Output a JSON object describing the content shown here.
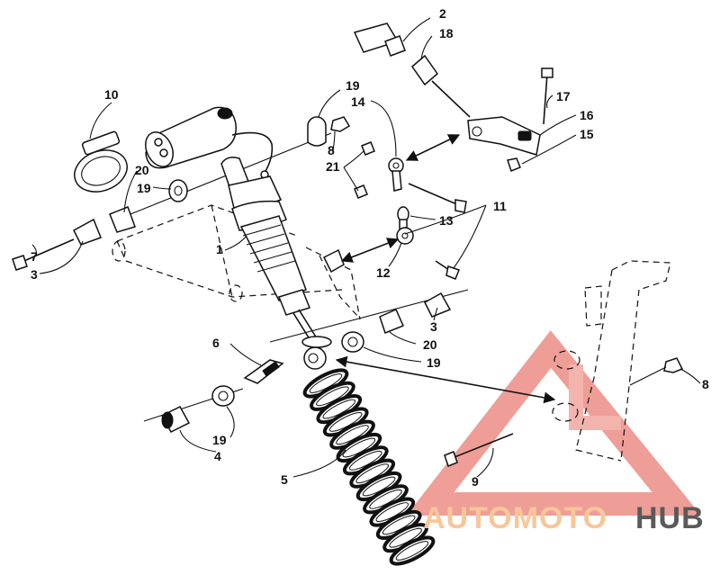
{
  "callouts": [
    {
      "id": "c2",
      "text": "2"
    },
    {
      "id": "c18",
      "text": "18"
    },
    {
      "id": "c10",
      "text": "10"
    },
    {
      "id": "c19a",
      "text": "19"
    },
    {
      "id": "c14",
      "text": "14"
    },
    {
      "id": "c17",
      "text": "17"
    },
    {
      "id": "c16",
      "text": "16"
    },
    {
      "id": "c15",
      "text": "15"
    },
    {
      "id": "c8a",
      "text": "8"
    },
    {
      "id": "c21",
      "text": "21"
    },
    {
      "id": "c20a",
      "text": "20"
    },
    {
      "id": "c19b",
      "text": "19"
    },
    {
      "id": "c11",
      "text": "11"
    },
    {
      "id": "c13",
      "text": "13"
    },
    {
      "id": "c1",
      "text": "1"
    },
    {
      "id": "c7",
      "text": "7"
    },
    {
      "id": "c3a",
      "text": "3"
    },
    {
      "id": "c12",
      "text": "12"
    },
    {
      "id": "c3b",
      "text": "3"
    },
    {
      "id": "c20b",
      "text": "20"
    },
    {
      "id": "c6",
      "text": "6"
    },
    {
      "id": "c19c",
      "text": "19"
    },
    {
      "id": "c8b",
      "text": "8"
    },
    {
      "id": "c19d",
      "text": "19"
    },
    {
      "id": "c4",
      "text": "4"
    },
    {
      "id": "c5",
      "text": "5"
    },
    {
      "id": "c9",
      "text": "9"
    }
  ],
  "watermark": {
    "part1": "AUTOMOTO",
    "part2": "HUB",
    "color_primary": "#f2a7a0",
    "color_triangle": "#ec8e86",
    "color_accent": "#f6c79a",
    "color_dark": "#5a5a5a"
  }
}
